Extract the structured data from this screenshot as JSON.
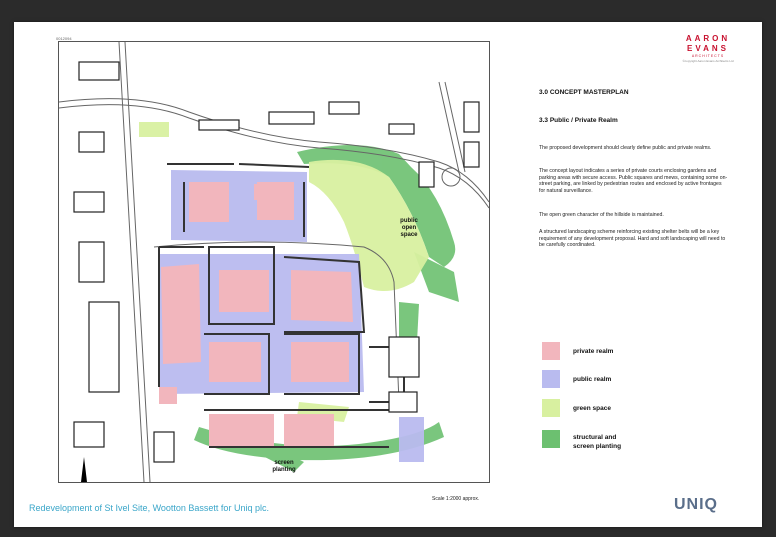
{
  "doc_code": "0012094",
  "logo": {
    "line1": "AARON",
    "line2": "EVANS",
    "line3": "ARCHITECTS",
    "line4": "©copyright Aaron Evans Architects Ltd"
  },
  "section": {
    "title": "3.0  CONCEPT MASTERPLAN",
    "subtitle": "3.3   Public / Private Realm"
  },
  "paragraphs": [
    "The proposed development should clearly define public and private realms.",
    "The concept layout indicates a series of private courts enclosing gardens and parking areas with secure access. Public squares and mews, containing some on-street parking, are linked by pedestrian routes and enclosed by active frontages for natural surveillance.",
    "The open green character of the hillside is maintained.",
    "A structured landscaping scheme reinforcing existing shelter belts will be a key requirement of any development proposal. Hard and soft landscaping will need to be carefully coordinated."
  ],
  "map_labels": {
    "open_space": "public\nopen\nspace",
    "screen": "screen\nplanting"
  },
  "legend": [
    {
      "label": "private realm",
      "color": "#f2b6bd"
    },
    {
      "label": "public realm",
      "color": "#b9bbef"
    },
    {
      "label": "green space",
      "color": "#d8f0a0"
    },
    {
      "label": "structural and screen planting",
      "color": "#6cc070"
    }
  ],
  "footer": {
    "title": "Redevelopment of  St Ivel Site, Wootton Bassett for Uniq plc.",
    "scale": "Scale  1:2000 approx.",
    "brand": "UNIQ"
  }
}
